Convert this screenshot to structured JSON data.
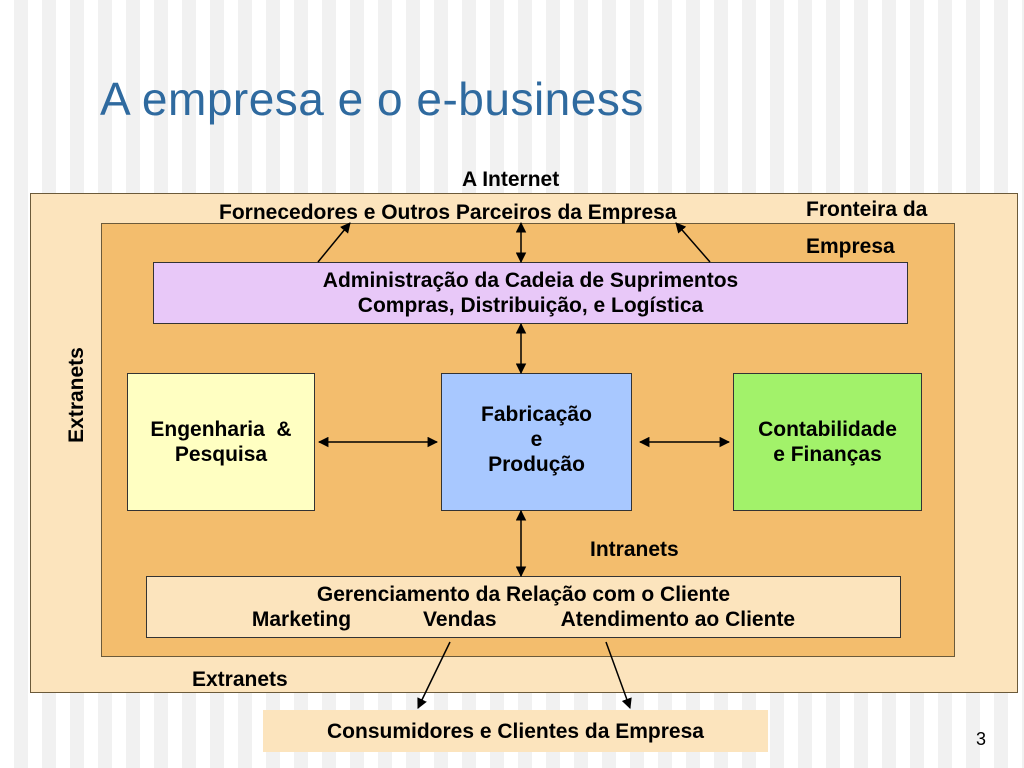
{
  "slide": {
    "title": "A empresa e o e-business",
    "page_number": "3"
  },
  "labels": {
    "internet": "A Internet",
    "suppliers": "Fornecedores e Outros Parceiros da Empresa",
    "boundary_line1": "Fronteira da",
    "boundary_line2": "Empresa",
    "extranets_left": "Extranets",
    "intranets": "Intranets",
    "extranets_bottom": "Extranets"
  },
  "boxes": {
    "scm": {
      "line1": "Administração da Cadeia de Suprimentos",
      "line2": "Compras, Distribuição, e Logística"
    },
    "engineering": {
      "line1": "Engenharia  &",
      "line2": "Pesquisa"
    },
    "manufacturing": {
      "line1": "Fabricação",
      "line2": "e",
      "line3": "Produção"
    },
    "finance": {
      "line1": "Contabilidade",
      "line2": "e Finanças"
    },
    "crm": {
      "line1": "Gerenciamento da Relação com o Cliente",
      "item1": "Marketing",
      "item2": "Vendas",
      "item3": "Atendimento ao Cliente"
    },
    "consumers": {
      "label": "Consumidores e Clientes da Empresa"
    }
  },
  "colors": {
    "title": "#2f6a9f",
    "outer_zone": "#fce4bd",
    "inner_zone": "#f3bd6d",
    "scm": "#e8c8f8",
    "engineering": "#ffffc2",
    "manufacturing": "#a8c8ff",
    "finance": "#a2f26a"
  }
}
